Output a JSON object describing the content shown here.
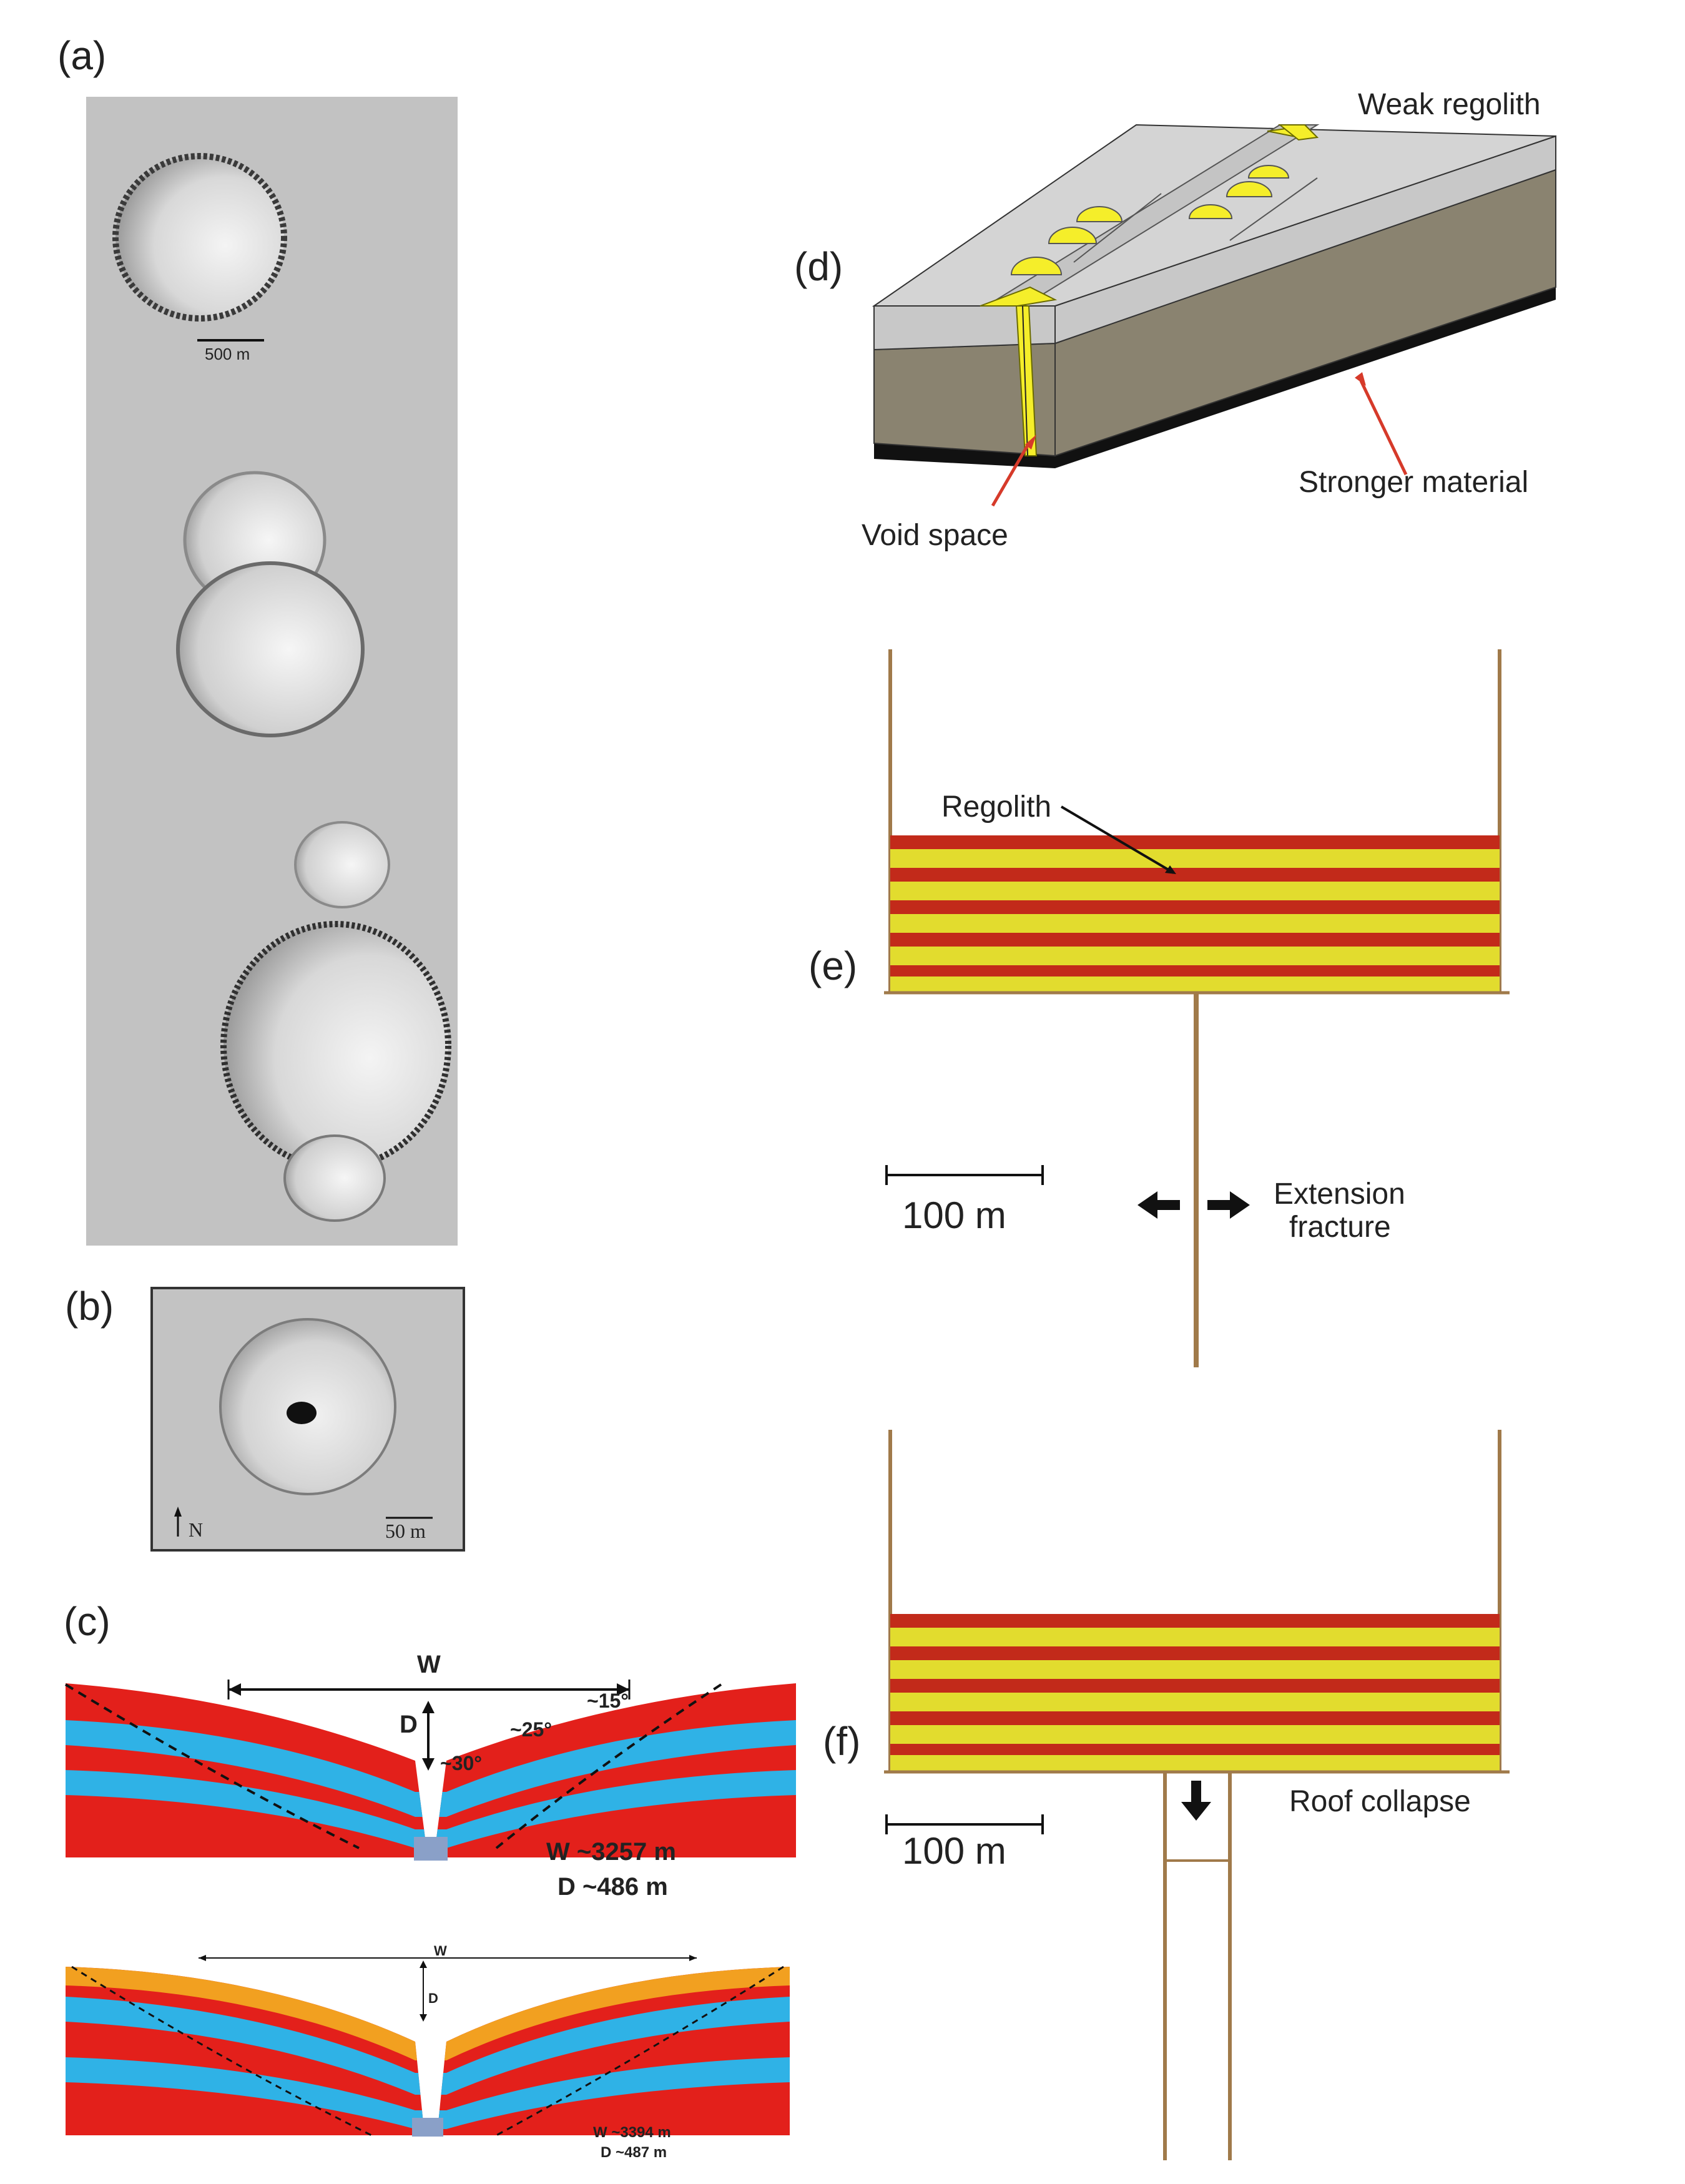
{
  "panels": {
    "a": {
      "label": "(a)",
      "scale_bar": "500 m"
    },
    "b": {
      "label": "(b)",
      "north": "N",
      "scale_bar": "50 m"
    },
    "c": {
      "label": "(c)",
      "top": {
        "w_marker": "W",
        "d_marker": "D",
        "angles": [
          "~15°",
          "~25°",
          "~30°"
        ],
        "w_value": "W ~3257 m",
        "d_value": "D ~486 m"
      },
      "bottom": {
        "w_marker": "W",
        "d_marker": "D",
        "w_value": "W ~3394 m",
        "d_value": "D ~487 m"
      }
    },
    "d": {
      "label": "(d)",
      "weak_regolith": "Weak regolith",
      "stronger_material": "Stronger material",
      "void_space": "Void space"
    },
    "e": {
      "label": "(e)",
      "regolith": "Regolith",
      "scale_bar": "100 m",
      "extension_fracture_line1": "Extension",
      "extension_fracture_line2": "fracture"
    },
    "f": {
      "label": "(f)",
      "scale_bar": "100 m",
      "roof_collapse": "Roof collapse"
    }
  },
  "colors": {
    "red_layer": "#e3201b",
    "blue_layer": "#2fb2e6",
    "orange_layer": "#f2a020",
    "yellow_layer": "#e2dc2e",
    "dark_red_layer": "#c22a1a",
    "wall": "#a07a4a",
    "block_top": "#d4d4d4",
    "block_side": "#8a8370",
    "weak_regolith": "#f5ee2a",
    "arrow_red": "#d63a2a",
    "image_gray": "#bdbdbd"
  }
}
